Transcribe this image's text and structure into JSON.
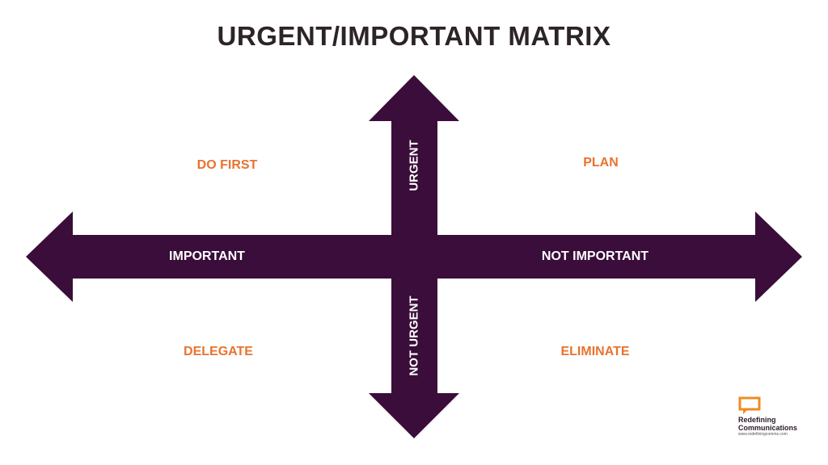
{
  "title": "URGENT/IMPORTANT MATRIX",
  "colors": {
    "arrow": "#3a0d3a",
    "quadrant_label": "#e8732f",
    "title": "#2d2428",
    "logo_accent": "#f08a24"
  },
  "quadrants": {
    "top_left": "DO FIRST",
    "top_right": "PLAN",
    "bottom_left": "DELEGATE",
    "bottom_right": "ELIMINATE"
  },
  "axes": {
    "left": "IMPORTANT",
    "right": "NOT IMPORTANT",
    "up": "URGENT",
    "down": "NOT URGENT"
  },
  "logo": {
    "line1": "Redefining",
    "line2": "Communications",
    "url": "www.redefiningcomms.com"
  }
}
